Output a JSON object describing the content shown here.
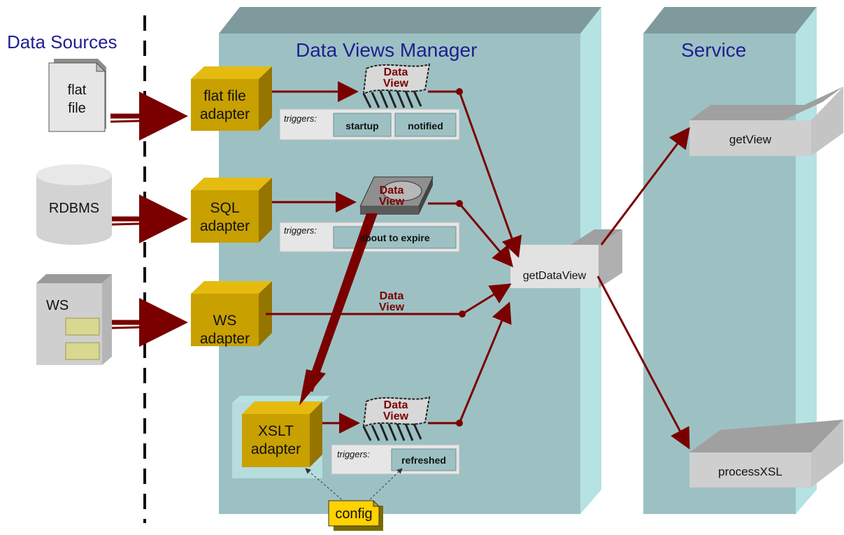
{
  "labels": {
    "data_sources": "Data Sources",
    "manager_title": "Data Views Manager",
    "service_title": "Service"
  },
  "sources": {
    "flat_file": [
      "flat",
      "file"
    ],
    "rdbms": "RDBMS",
    "ws": "WS"
  },
  "adapters": {
    "flat_file": [
      "flat file",
      "adapter"
    ],
    "sql": [
      "SQL",
      "adapter"
    ],
    "ws": [
      "WS",
      "adapter"
    ],
    "xslt": [
      "XSLT",
      "adapter"
    ]
  },
  "data_view": [
    "Data",
    "View"
  ],
  "triggers": {
    "label": "triggers:",
    "flat_file": [
      "startup",
      "notified"
    ],
    "sql": [
      "about to expire"
    ],
    "xslt": [
      "refreshed"
    ]
  },
  "endpoints": {
    "get_data_view": "getDataView",
    "get_view": "getView",
    "process_xsl": "processXSL"
  },
  "config": "config",
  "colors": {
    "panel": "#9dc1c3",
    "panel_top": "#7e9a9c",
    "panel_side": "#b5e2e3",
    "adapter": "#c8a000",
    "adapter_top": "#e6bb10",
    "adapter_side": "#957500",
    "arrow": "#7a0000",
    "gray_box": "#c8c8c8",
    "config_fill": "#ffd200"
  }
}
